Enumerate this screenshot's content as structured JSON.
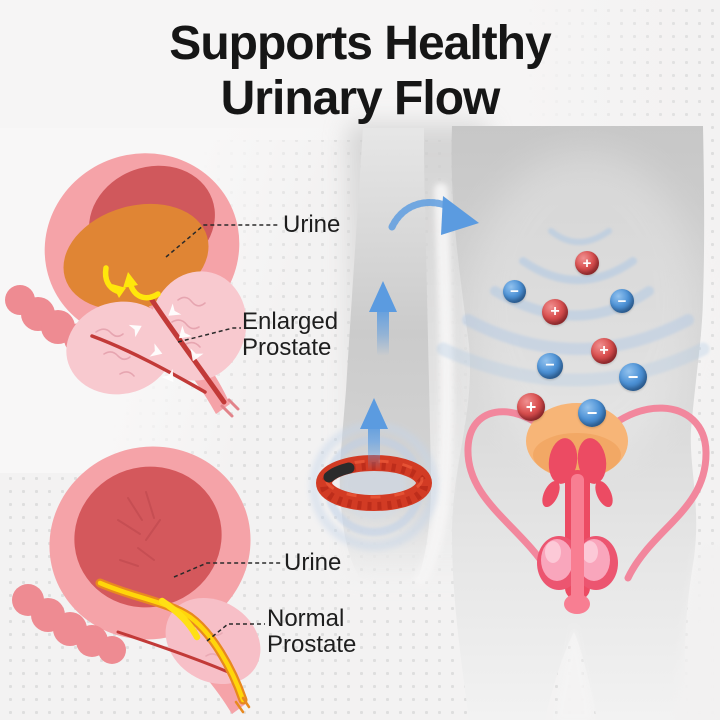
{
  "title": {
    "line1": "Supports Healthy",
    "line2": "Urinary Flow"
  },
  "annotations": {
    "enlarged_diagram": {
      "urine_label": "Urine",
      "prostate_label_line1": "Enlarged",
      "prostate_label_line2": "Prostate"
    },
    "normal_diagram": {
      "urine_label": "Urine",
      "prostate_label_line1": "Normal",
      "prostate_label_line2": "Prostate"
    }
  },
  "ions": [
    {
      "sign": "+",
      "polarity": "positive"
    },
    {
      "sign": "−",
      "polarity": "negative"
    },
    {
      "sign": "−",
      "polarity": "negative"
    },
    {
      "sign": "+",
      "polarity": "positive"
    },
    {
      "sign": "+",
      "polarity": "positive"
    },
    {
      "sign": "−",
      "polarity": "negative"
    },
    {
      "sign": "−",
      "polarity": "negative"
    },
    {
      "sign": "+",
      "polarity": "positive"
    },
    {
      "sign": "−",
      "polarity": "negative"
    }
  ],
  "icons": [
    {
      "name": "up-arrow-icon",
      "glyph": "↑"
    },
    {
      "name": "curved-arrow-icon",
      "glyph": "↷"
    },
    {
      "name": "plus-ion-icon",
      "glyph": "+"
    },
    {
      "name": "minus-ion-icon",
      "glyph": "−"
    }
  ],
  "colors": {
    "title_text": "#161616",
    "label_text": "#1e1e1e",
    "arrow_blue": "#5b9be0",
    "ion_positive_red": "#c23737",
    "ion_negative_blue": "#3d7fc4",
    "ring_red": "#d23b24",
    "urine_yellow": "#ffd60a",
    "urine_orange": "#e08534",
    "bladder_pink": "#f5a3a8",
    "bladder_interior_red": "#d0585c",
    "prostate_pink": "#f8c9cf",
    "anatomy_red": "#ec4b63",
    "anatomy_tube_pink": "#f2879d",
    "anatomy_bladder_orange": "#f7b577",
    "body_silhouette_gray": "#cfcfcf",
    "glow_blue": "#c5d5ea",
    "background": "#f3f2f2"
  }
}
